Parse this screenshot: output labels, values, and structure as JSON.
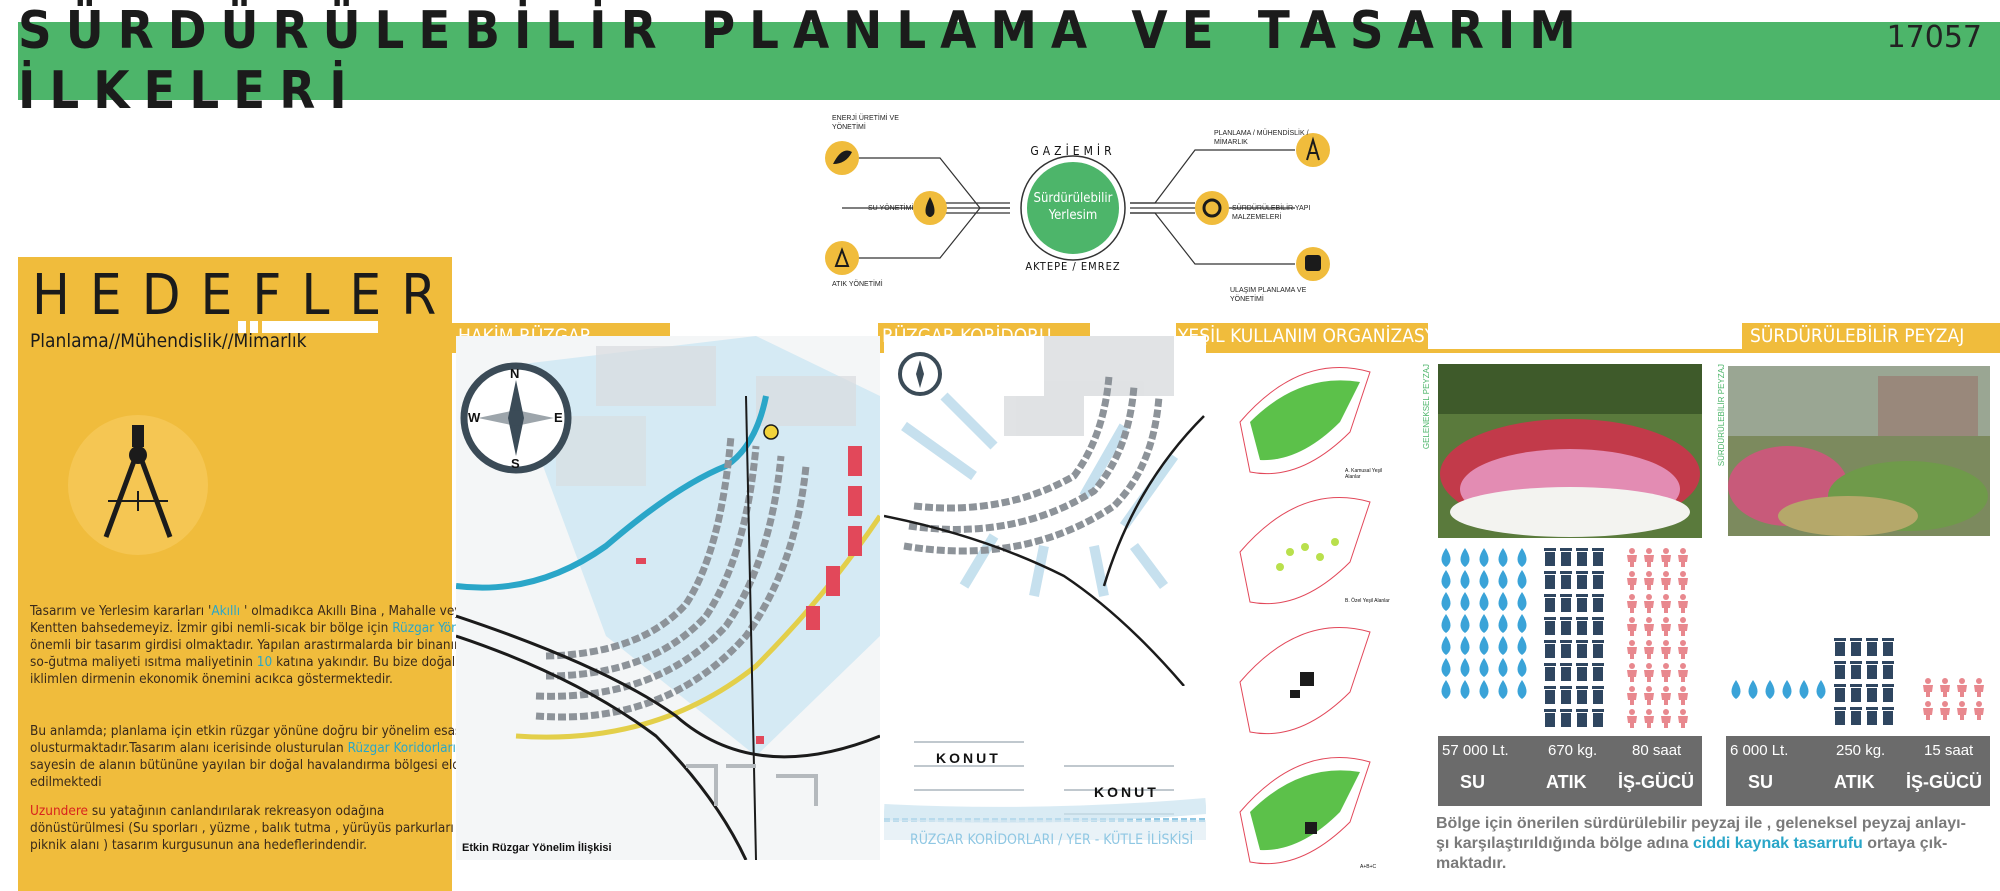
{
  "title": "SÜRDÜRÜLEBİLİR PLANLAMA VE TASARIM İLKELERİ",
  "sheet_number": "17057",
  "hub": {
    "center_line1": "Sürdürülebilir",
    "center_line2": "Yerlesim",
    "arc_top": "GAZİEMİR",
    "arc_bottom": "AKTEPE / EMREZ",
    "left_items": [
      "ENERJİ ÜRETİMİ VE YÖNETİMİ",
      "SU YÖNETİMİ",
      "ATIK YÖNETİMİ"
    ],
    "right_items": [
      "PLANLAMA / MÜHENDİSLİK / MİMARLIK",
      "SÜRDÜRÜLEBİLİR YAPI MALZEMELERİ",
      "ULAŞIM PLANLAMA VE YÖNETİMİ"
    ],
    "accent_color": "#f0bc3c",
    "hub_color": "#4db56a"
  },
  "hedefler": {
    "title": "HEDEFLER",
    "subtitle": "Planlama//Mühendislik//Mimarlık",
    "p1_a": "Tasarım ve Yerlesim kararları '",
    "p1_hl1": "Akıllı",
    "p1_b": " ' olmadıkca Akıllı Bina , Mahalle veya Kentten bahsedemeyiz. İzmir gibi nemli-sıcak bir bölge için ",
    "p1_hl2": "Rüzgar Yönü",
    "p1_c": " önemli bir tasarım girdisi olmaktadır.  Yapılan arastırmalarda bir binanın so-ğutma maliyeti ısıtma maliyetinin ",
    "p1_hl3": "10",
    "p1_d": " katına yakındır. Bu bize doğal iklimlen dirmenin ekonomik önemini acıkca göstermektedir.",
    "p2_a": "Bu anlamda; planlama için etkin rüzgar yönüne doğru   bir yönelim esas olusturmaktadır.Tasarım alanı icerisinde olusturulan ",
    "p2_hl": "Rüzgar Koridorları",
    "p2_b": " sayesin de alanın bütününe yayılan bir doğal havalandırma bölgesi elde edilmektedi",
    "p3_hl": "Uzundere",
    "p3_a": " su yatağının canlandırılarak rekreasyon odağına dönüstürülmesi (Su sporları , yüzme , balık tutma , yürüyüs parkurları , piknik alanı ) tasarım kurgusunun ana hedeflerindendir."
  },
  "sections": {
    "hakim_ruzgar": "HAKİM RÜZGAR",
    "ruzgar_koridoru": "RÜZGAR KORİDORU",
    "yesil": "YEŞİL KULLANIM ORGANİZASYONU",
    "peyzaj": "SÜRDÜRÜLEBİLİR PEYZAJ"
  },
  "map1": {
    "caption": "Etkin Rüzgar Yönelim İlişkisi",
    "compass": [
      "N",
      "E",
      "S",
      "W"
    ]
  },
  "map2": {
    "konut1": "KONUT",
    "konut2": "KONUT",
    "section_caption": "RÜZGAR KORİDORLARI / YER - KÜTLE İLİSKİSİ"
  },
  "green": {
    "label_a": "A. Kamusal Yeşil Alanlar",
    "label_b": "B. Özel Yeşil Alanlar",
    "label_abc": "A+B+C"
  },
  "peyzaj": {
    "geleneksel_label": "GELENEKSEL PEYZAJ",
    "surdurulebilir_label": "SÜRDÜRÜLEBİLİR PEYZAJ",
    "stats_left": [
      {
        "value": "57 000 Lt.",
        "label": "SU"
      },
      {
        "value": "670 kg.",
        "label": "ATIK"
      },
      {
        "value": "80 saat",
        "label": "İŞ-GÜCÜ"
      }
    ],
    "stats_right": [
      {
        "value": "6 000 Lt.",
        "label": "SU"
      },
      {
        "value": "250 kg.",
        "label": "ATIK"
      },
      {
        "value": "15 saat",
        "label": "İŞ-GÜCÜ"
      }
    ],
    "text_a": "Bölge için önerilen sürdürülebilir peyzaj ile , geleneksel peyzaj anlayı-şı karşılaştırıldığında bölge adına ",
    "text_hl": "ciddi kaynak tasarrufu",
    "text_b": " ortaya çık-maktadır.",
    "water_color": "#3aa3d8",
    "bin_color": "#2f4660",
    "people_color": "#e8888e"
  }
}
